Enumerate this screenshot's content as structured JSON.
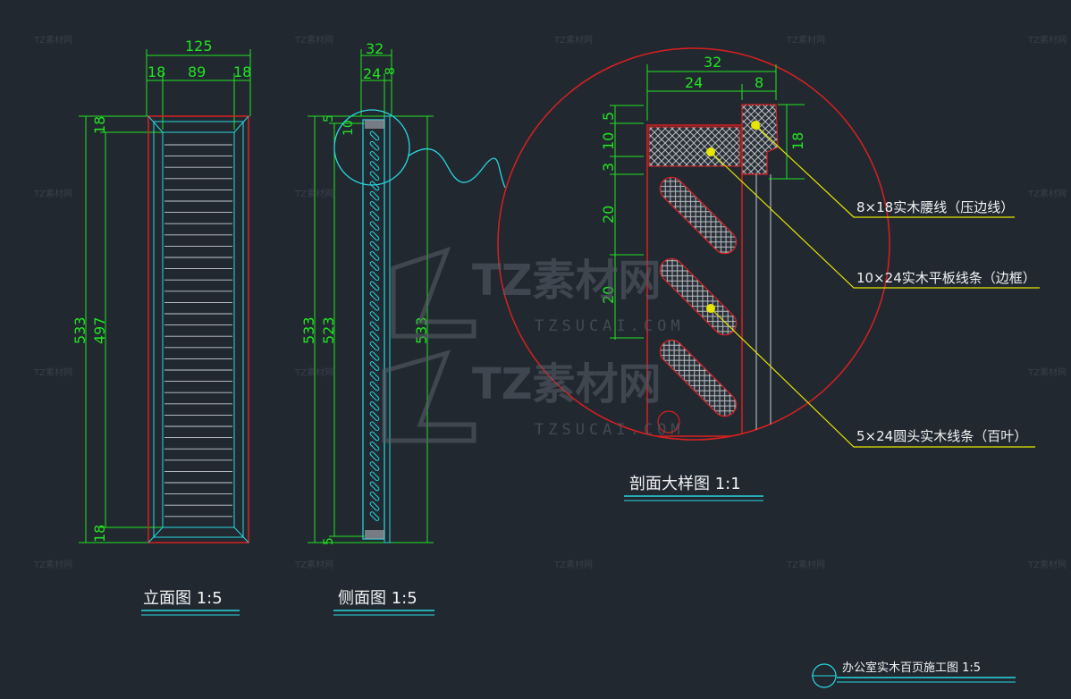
{
  "colors": {
    "background": "#212830",
    "dimension": "#22e322",
    "outline_red": "#d92020",
    "cyan": "#29d8e0",
    "leader_yellow": "#e6e600",
    "text": "#f2f2f2",
    "watermark": "#5b6069"
  },
  "watermark": {
    "brand": "TZ素材网",
    "url": "TZSUCAI.COM",
    "tile": "TZ素材网"
  },
  "elevation": {
    "dims": {
      "overall_width": "125",
      "stile_left": "18",
      "inner_width": "89",
      "stile_right": "18",
      "overall_height": "533",
      "inner_height": "497",
      "rail_top": "18",
      "rail_bottom": "18"
    },
    "title": "立面图 1:5"
  },
  "side": {
    "dims": {
      "overall_depth": "32",
      "depth_a": "24",
      "depth_b": "8",
      "top_offset": "5",
      "top_gap": "10",
      "overall_height": "533",
      "inner_height": "523",
      "right_height": "533",
      "bottom_offset": "5"
    },
    "title": "侧面图 1:5"
  },
  "section": {
    "dims": {
      "overall_depth": "32",
      "depth_a": "24",
      "depth_b": "8",
      "v1": "5",
      "v2": "10",
      "v3": "3",
      "v4": "20",
      "v5": "20",
      "strip_height": "18"
    },
    "callouts": [
      "8×18实木腰线（压边线）",
      "10×24实木平板线条（边框）",
      "5×24圆头实木线条（百叶）"
    ],
    "title": "剖面大样图 1:1"
  },
  "drawing_title": "办公室实木百页施工图 1:5"
}
